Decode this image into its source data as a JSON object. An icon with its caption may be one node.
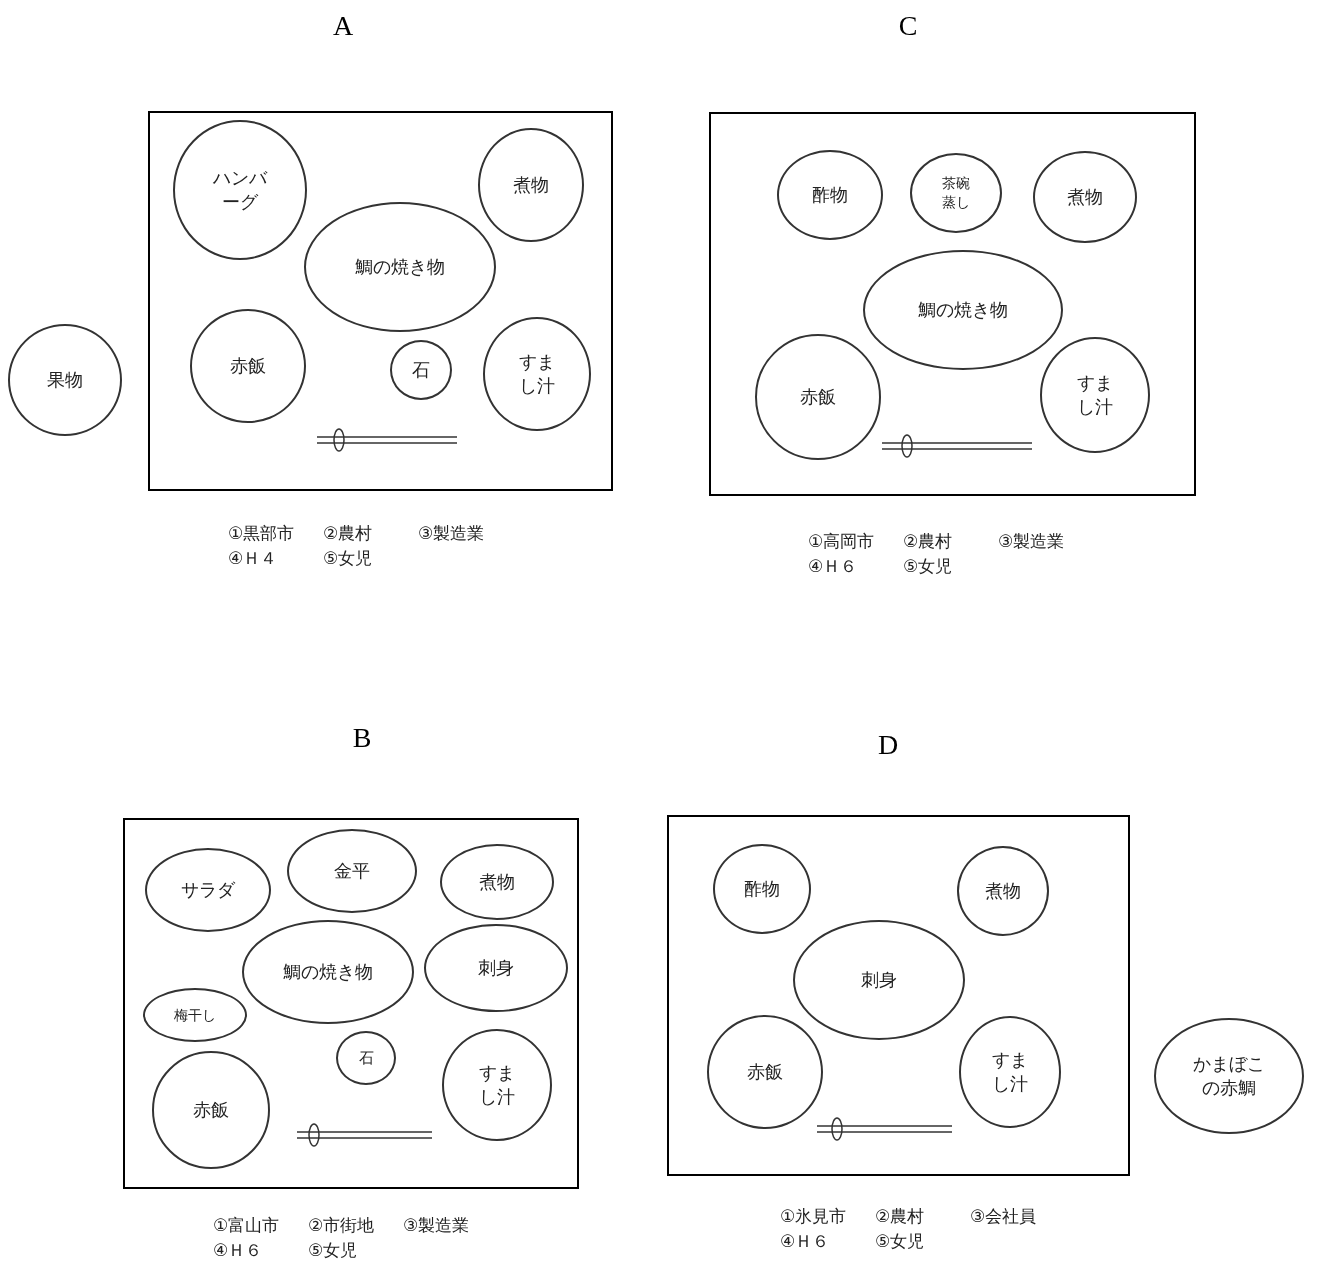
{
  "diagram": {
    "nodes": [
      {
        "text": [
          "A"
        ],
        "beside": [
          "①黒部市",
          "②農村",
          "③製造業",
          "④Ｈ４",
          "⑤女児"
        ]
      },
      {
        "text": [
          "ハンバーグ"
        ],
        "in": 0
      },
      {
        "text": [
          "煮物"
        ],
        "in": 0
      },
      {
        "text": [
          "鯛の焼き物"
        ],
        "in": 0
      },
      {
        "text": [
          "赤飯"
        ],
        "in": 0
      },
      {
        "text": [
          "石"
        ],
        "in": 0
      },
      {
        "text": [
          "すまし汁"
        ],
        "in": 0
      },
      {
        "text": [
          "果物"
        ]
      },
      {
        "text": [
          "C"
        ],
        "beside": [
          "①高岡市",
          "②農村",
          "③製造業",
          "④Ｈ６",
          "⑤女児"
        ]
      },
      {
        "text": [
          "酢物"
        ],
        "in": 8
      },
      {
        "text": [
          "茶碗蒸し"
        ],
        "in": 8
      },
      {
        "text": [
          "煮物"
        ],
        "in": 8
      },
      {
        "text": [
          "鯛の焼き物"
        ],
        "in": 8
      },
      {
        "text": [
          "赤飯"
        ],
        "in": 8
      },
      {
        "text": [
          "すまし汁"
        ],
        "in": 8
      },
      {
        "text": [
          "B"
        ],
        "beside": [
          "①富山市",
          "②市街地",
          "③製造業",
          "④Ｈ６",
          "⑤女児"
        ]
      },
      {
        "text": [
          "サラダ"
        ],
        "in": 15
      },
      {
        "text": [
          "金平"
        ],
        "in": 15
      },
      {
        "text": [
          "煮物"
        ],
        "in": 15
      },
      {
        "text": [
          "鯛の焼き物"
        ],
        "in": 15
      },
      {
        "text": [
          "刺身"
        ],
        "in": 15
      },
      {
        "text": [
          "梅干し"
        ],
        "in": 15
      },
      {
        "text": [
          "石"
        ],
        "in": 15
      },
      {
        "text": [
          "すまし汁"
        ],
        "in": 15
      },
      {
        "text": [
          "赤飯"
        ],
        "in": 15
      },
      {
        "text": [
          "D"
        ],
        "beside": [
          "①氷見市",
          "②農村",
          "③会社員",
          "④Ｈ６",
          "⑤女児"
        ]
      },
      {
        "text": [
          "酢物"
        ],
        "in": 25
      },
      {
        "text": [
          "煮物"
        ],
        "in": 25
      },
      {
        "text": [
          "刺身"
        ],
        "in": 25
      },
      {
        "text": [
          "赤飯"
        ],
        "in": 25
      },
      {
        "text": [
          "すまし汁"
        ],
        "in": 25
      },
      {
        "text": [
          "かまぼこの赤鯛"
        ]
      }
    ],
    "edges": []
  }
}
